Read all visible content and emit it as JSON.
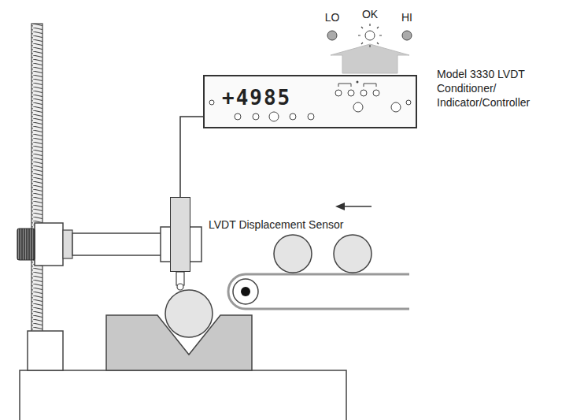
{
  "diagram": {
    "nodes": [
      {
        "text": [
          "+4985",
          "Model 3330 LVDT Conditioner/ Indicator/Controller"
        ]
      },
      {
        "text": [
          "LVDT Displacement Sensor"
        ]
      }
    ],
    "edges": [
      {
        "from": 1,
        "to": 0,
        "arrow": "none"
      }
    ],
    "labels": [
      "LO",
      "OK",
      "HI"
    ]
  }
}
